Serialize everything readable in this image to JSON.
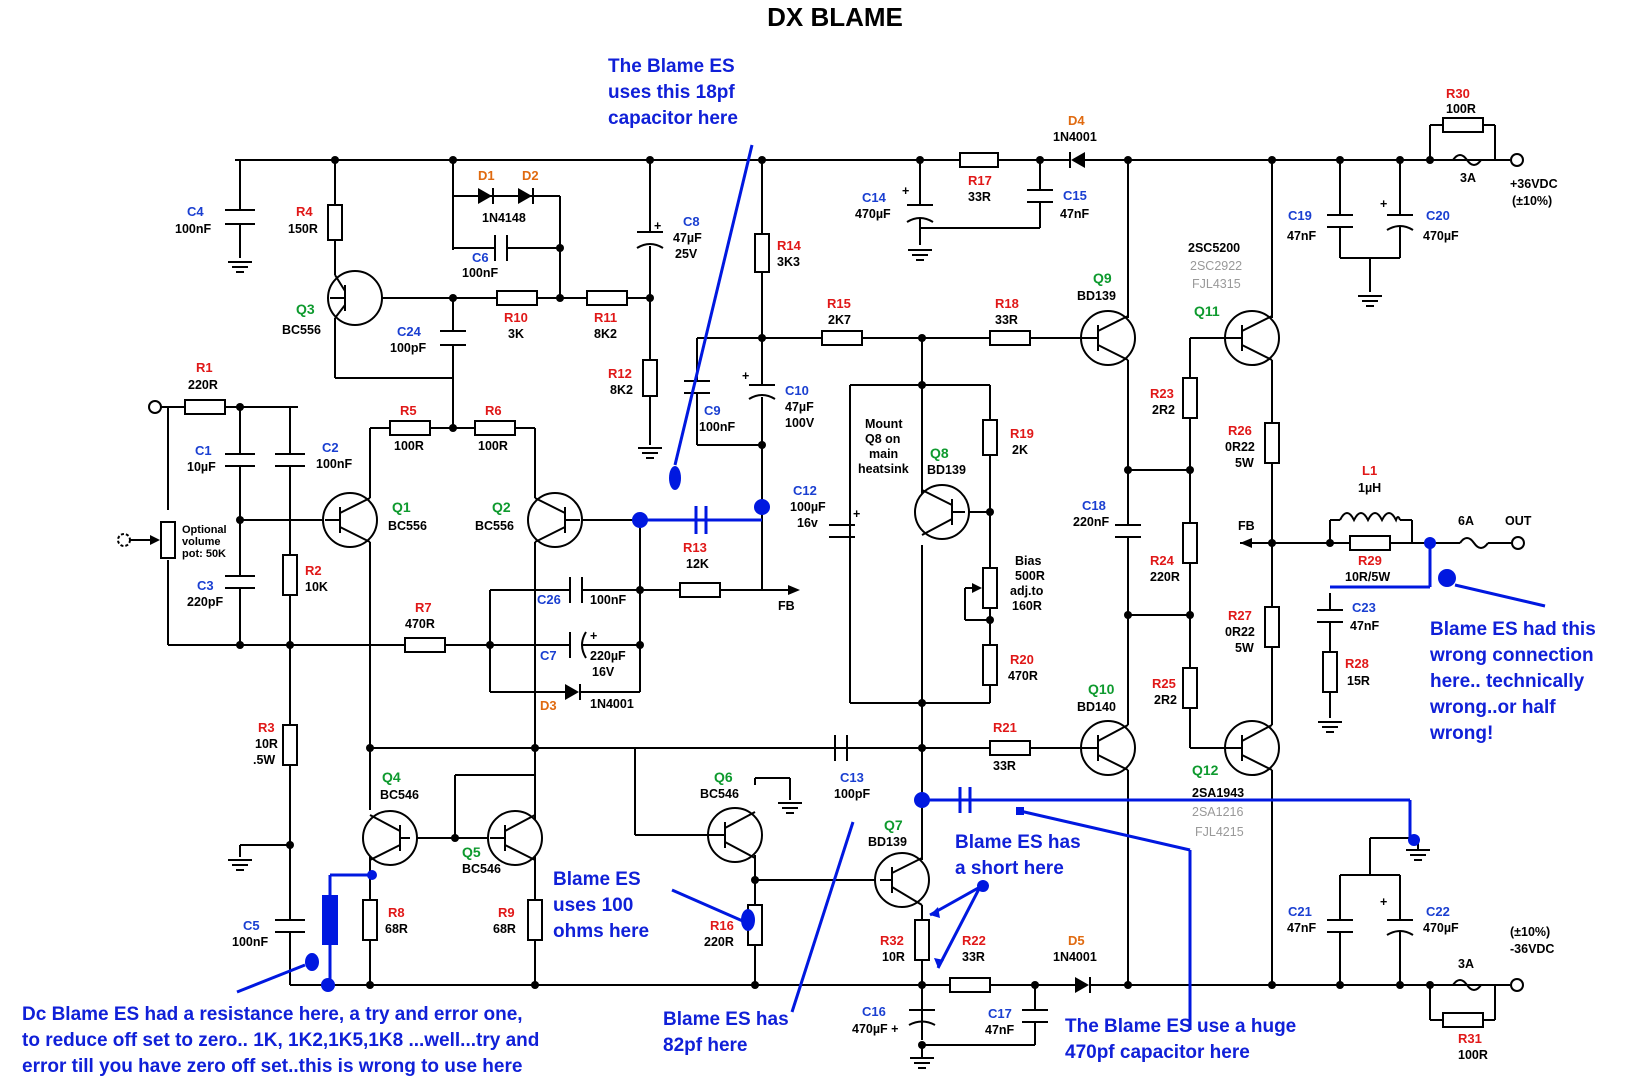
{
  "title": "DX BLAME",
  "notes": {
    "n18pf": [
      "The Blame ES",
      "uses this 18pf",
      "capacitor here"
    ],
    "wrong": [
      "Blame ES had this",
      "wrong connection",
      "here.. technically",
      "wrong..or half",
      "wrong!"
    ],
    "short": [
      "Blame ES has",
      "a short here"
    ],
    "r100": [
      "Blame ES",
      "uses 100",
      "ohms here"
    ],
    "c82": [
      "Blame ES has",
      "82pf here"
    ],
    "c470": [
      "The Blame ES use a huge",
      "470pf capacitor here"
    ],
    "offset": [
      "Dc Blame ES had a resistance here, a try and error one,",
      "to reduce off set to zero.. 1K, 1K2,1K5,1K8 ...well...try and",
      "error till you have zero off set..this is wrong to use here"
    ]
  },
  "labels": {
    "c4": [
      "C4",
      "100nF"
    ],
    "r4": [
      "R4",
      "150R"
    ],
    "q3": [
      "Q3",
      "BC556"
    ],
    "d1": "D1",
    "d2": "D2",
    "d12v": "1N4148",
    "c6": [
      "C6",
      "100nF"
    ],
    "c8": [
      "C8",
      "47µF",
      "25V"
    ],
    "r14": [
      "R14",
      "3K3"
    ],
    "c24": [
      "C24",
      "100pF"
    ],
    "r10": [
      "R10",
      "3K"
    ],
    "r11": [
      "R11",
      "8K2"
    ],
    "r12": [
      "R12",
      "8K2"
    ],
    "r1": [
      "R1",
      "220R"
    ],
    "c1": [
      "C1",
      "10µF"
    ],
    "c2": [
      "C2",
      "100nF"
    ],
    "r5": [
      "R5",
      "100R"
    ],
    "r6": [
      "R6",
      "100R"
    ],
    "q1": [
      "Q1",
      "BC556"
    ],
    "q2": [
      "Q2",
      "BC556"
    ],
    "pot": [
      "Optional",
      "volume",
      "pot: 50K"
    ],
    "c3": [
      "C3",
      "220pF"
    ],
    "r2": [
      "R2",
      "10K"
    ],
    "c9": [
      "C9",
      "100nF"
    ],
    "c10": [
      "C10",
      "47µF",
      "100V"
    ],
    "c12": [
      "C12",
      "100µF",
      "16v"
    ],
    "r13": [
      "R13",
      "12K"
    ],
    "fb": "FB",
    "c26": [
      "C26",
      "100nF"
    ],
    "r7": [
      "R7",
      "470R"
    ],
    "c7": [
      "C7",
      "220µF",
      "16V"
    ],
    "d3": [
      "D3",
      "1N4001"
    ],
    "r3": [
      "R3",
      "10R",
      ".5W"
    ],
    "q4": [
      "Q4",
      "BC546"
    ],
    "q5": [
      "Q5",
      "BC546"
    ],
    "c5": [
      "C5",
      "100nF"
    ],
    "r8": [
      "R8",
      "68R"
    ],
    "r9": [
      "R9",
      "68R"
    ],
    "q6": [
      "Q6",
      "BC546"
    ],
    "r16": [
      "R16",
      "220R"
    ],
    "c13": [
      "C13",
      "100pF"
    ],
    "q7": [
      "Q7",
      "BD139"
    ],
    "r32": [
      "R32",
      "10R"
    ],
    "r22": [
      "R22",
      "33R"
    ],
    "c16": [
      "C16",
      "470µF +"
    ],
    "c17": [
      "C17",
      "47nF"
    ],
    "d4": [
      "D4",
      "1N4001"
    ],
    "c14": [
      "C14",
      "470µF"
    ],
    "r17": [
      "R17",
      "33R"
    ],
    "c15": [
      "C15",
      "47nF"
    ],
    "r15": [
      "R15",
      "2K7"
    ],
    "r18": [
      "R18",
      "33R"
    ],
    "mount": [
      "Mount",
      "Q8 on",
      "main",
      "heatsink"
    ],
    "q8": [
      "Q8",
      "BD139"
    ],
    "r19": [
      "R19",
      "2K"
    ],
    "bias": [
      "Bias",
      "500R",
      "adj.to",
      "160R"
    ],
    "r20": [
      "R20",
      "470R"
    ],
    "r21": [
      "R21",
      "33R"
    ],
    "q9": [
      "Q9",
      "BD139"
    ],
    "q10": [
      "Q10",
      "BD140"
    ],
    "c18": [
      "C18",
      "220nF"
    ],
    "r23": [
      "R23",
      "2R2"
    ],
    "r24": [
      "R24",
      "220R"
    ],
    "r25": [
      "R25",
      "2R2"
    ],
    "q11": [
      "Q11"
    ],
    "q11parts": [
      "2SC5200",
      "2SC2922",
      "FJL4315"
    ],
    "q12": [
      "Q12"
    ],
    "q12parts": [
      "2SA1943",
      "2SA1216",
      "FJL4215"
    ],
    "r26": [
      "R26",
      "0R22",
      "5W"
    ],
    "r27": [
      "R27",
      "0R22",
      "5W"
    ],
    "fb2": "FB",
    "l1": [
      "L1",
      "1µH"
    ],
    "r29": [
      "R29",
      "10R/5W"
    ],
    "c23": [
      "C23",
      "47nF"
    ],
    "r28": [
      "R28",
      "15R"
    ],
    "out": "OUT",
    "f6a": "6A",
    "r30": [
      "R30",
      "100R"
    ],
    "f3a": "3A",
    "vpos": [
      "+36VDC",
      "(±10%)"
    ],
    "c19": [
      "C19",
      "47nF"
    ],
    "c20": [
      "C20",
      "470µF"
    ],
    "c21": [
      "C21",
      "47nF"
    ],
    "c22": [
      "C22",
      "470µF"
    ],
    "vneg": [
      "(±10%)",
      "-36VDC"
    ],
    "f3a2": "3A",
    "r31": [
      "R31",
      "100R"
    ],
    "d5": [
      "D5",
      "1N4001"
    ]
  }
}
